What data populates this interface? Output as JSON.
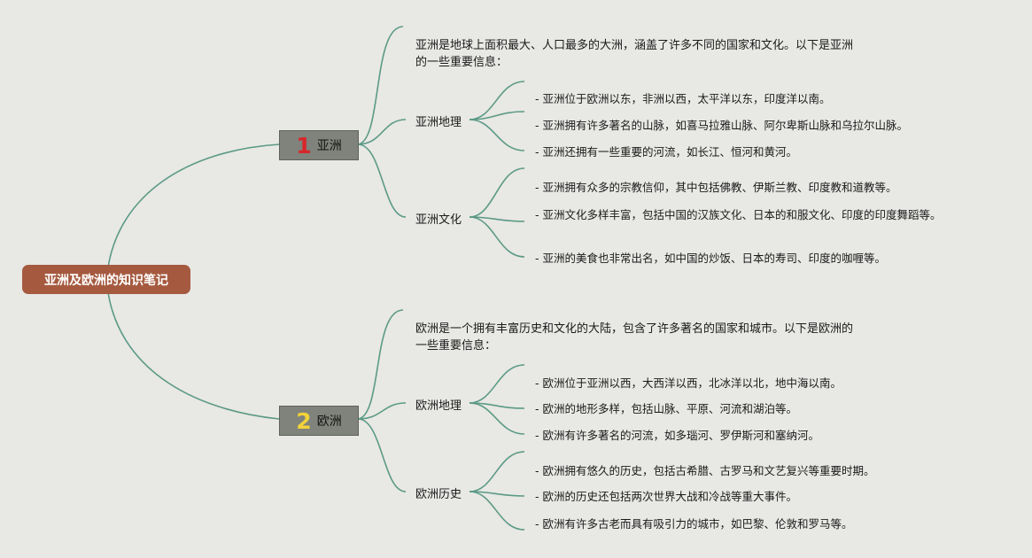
{
  "root": {
    "label": "亚洲及欧洲的知识笔记"
  },
  "branches": [
    {
      "number": "1",
      "number_color": "#d9262a",
      "label": "亚洲",
      "intro": "亚洲是地球上面积最大、人口最多的大洲，涵盖了许多不同的国家和文化。以下是亚洲的一些重要信息：",
      "subs": [
        {
          "label": "亚洲地理",
          "items": [
            "- 亚洲位于欧洲以东，非洲以西，太平洋以东，印度洋以南。",
            "- 亚洲拥有许多著名的山脉，如喜马拉雅山脉、阿尔卑斯山脉和乌拉尔山脉。",
            "- 亚洲还拥有一些重要的河流，如长江、恒河和黄河。"
          ]
        },
        {
          "label": "亚洲文化",
          "items": [
            "- 亚洲拥有众多的宗教信仰，其中包括佛教、伊斯兰教、印度教和道教等。",
            "- 亚洲文化多样丰富，包括中国的汉族文化、日本的和服文化、印度的印度舞蹈等。",
            "- 亚洲的美食也非常出名，如中国的炒饭、日本的寿司、印度的咖喱等。"
          ]
        }
      ]
    },
    {
      "number": "2",
      "number_color": "#f2d23a",
      "label": "欧洲",
      "intro": "欧洲是一个拥有丰富历史和文化的大陆，包含了许多著名的国家和城市。以下是欧洲的一些重要信息：",
      "subs": [
        {
          "label": "欧洲地理",
          "items": [
            "- 欧洲位于亚洲以西，大西洋以西，北冰洋以北，地中海以南。",
            "- 欧洲的地形多样，包括山脉、平原、河流和湖泊等。",
            "- 欧洲有许多著名的河流，如多瑙河、罗伊斯河和塞纳河。"
          ]
        },
        {
          "label": "欧洲历史",
          "items": [
            "- 欧洲拥有悠久的历史，包括古希腊、古罗马和文艺复兴等重要时期。",
            "- 欧洲的历史还包括两次世界大战和冷战等重大事件。",
            "- 欧洲有许多古老而具有吸引力的城市，如巴黎、伦敦和罗马等。"
          ]
        }
      ]
    }
  ],
  "colors": {
    "background": "#e8e8e5",
    "link": "#5b9a86",
    "root": "#a55a3f",
    "branch": "#7f837b"
  }
}
